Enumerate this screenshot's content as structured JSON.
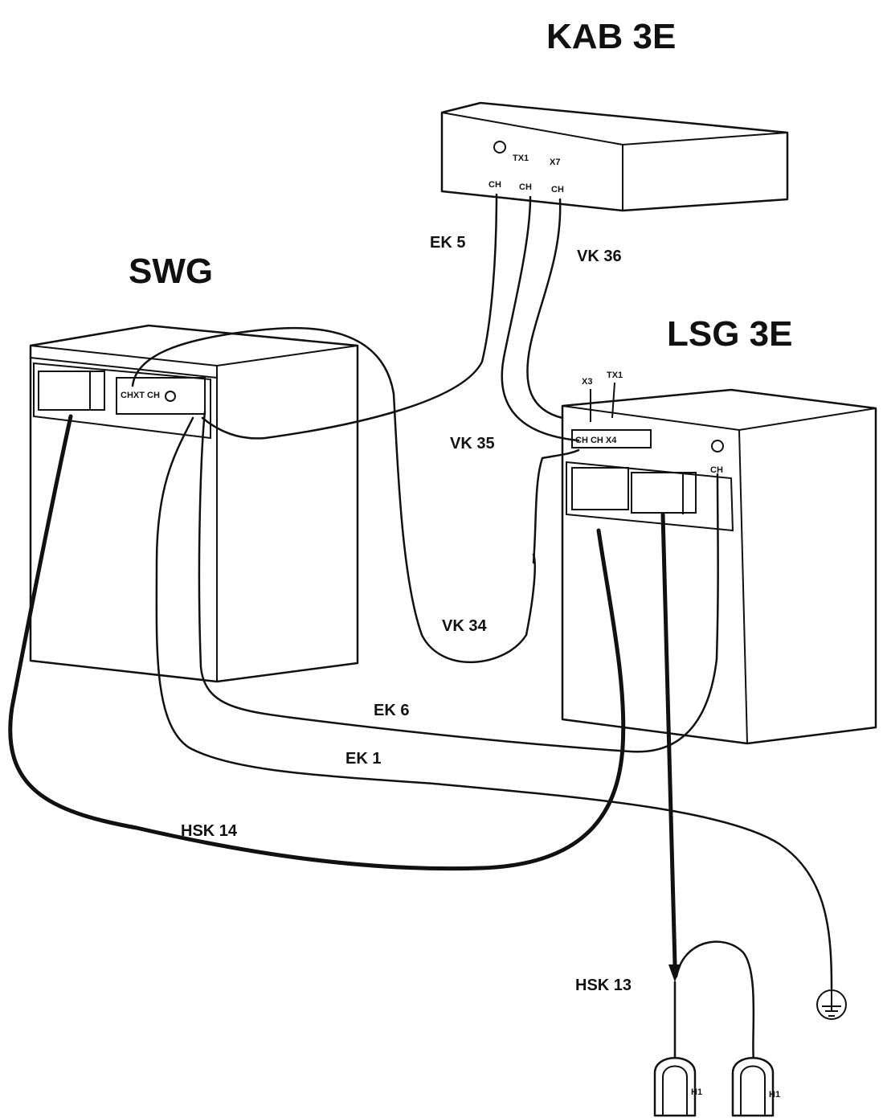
{
  "units": {
    "kab": "KAB  3E",
    "swg": "SWG",
    "lsg": "LSG  3E"
  },
  "cables": {
    "ek5": "EK  5",
    "vk36": "VK  36",
    "vk35": "VK  35",
    "vk34": "VK  34",
    "ek6": "EK  6",
    "ek1": "EK  1",
    "hsk14": "HSK  14",
    "hsk13": "HSK  13"
  },
  "connectors": {
    "kab_top_1": "TX1",
    "kab_top_2": "X7",
    "kab_bottom_1": "CH",
    "kab_bottom_2": "CH",
    "kab_bottom_3": "CH",
    "swg_panel": "CHXT CH",
    "lsg_top_1": "X3",
    "lsg_top_2": "TX1",
    "lsg_panel": "CH  CH  X4",
    "lsg_right": "CH",
    "plug_1": "H1",
    "plug_2": "H1"
  }
}
